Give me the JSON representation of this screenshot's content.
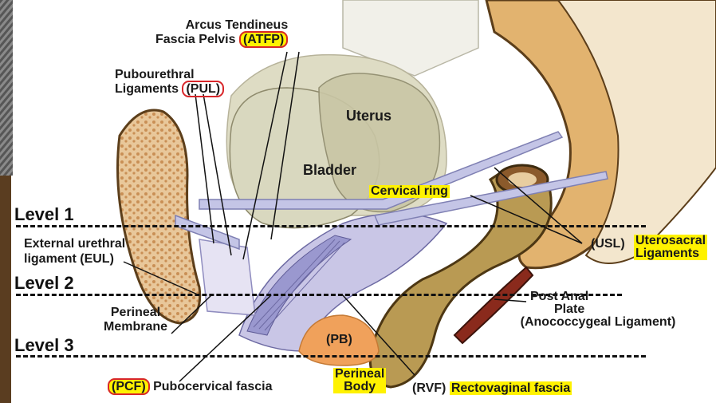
{
  "levels": [
    "Level 1",
    "Level 2",
    "Level 3"
  ],
  "organs": {
    "uterus": "Uterus",
    "bladder": "Bladder",
    "pb": "(PB)"
  },
  "labels": {
    "atfp_line1": "Arcus Tendineus",
    "atfp_line2": "Fascia Pelvis",
    "atfp_abbr": "(ATFP)",
    "pul_line1": "Pubourethral",
    "pul_line2": "Ligaments",
    "pul_abbr": "(PUL)",
    "cervical_ring": "Cervical ring",
    "eul_line1": "External  urethral",
    "eul_line2": "ligament (EUL)",
    "perineal_membrane_line1": "Perineal",
    "perineal_membrane_line2": "Membrane",
    "pcf_abbr": "(PCF)",
    "pcf_text": "Pubocervical fascia",
    "perineal_body_line1": "Perineal",
    "perineal_body_line2": "Body",
    "rvf_abbr": "(RVF)",
    "rvf_text": "Rectovaginal fascia",
    "usl_abbr": "(USL)",
    "usl_line1": "Uterosacral",
    "usl_line2": "Ligaments",
    "anal_line1": "Post Anal",
    "anal_line2": "Plate",
    "anal_line3": "(Anococcygeal Ligament)"
  },
  "colors": {
    "highlight": "#fff200",
    "oval": "#d8262a",
    "rectum": "#b99a53",
    "pubic_bone": "#e8c79a",
    "bladder": "#d9d8bf",
    "uterus": "#c9c6a5",
    "perineal_body": "#f0a15b",
    "vagina_fascia": "#c9c6e6",
    "ligament": "#c4c5e6",
    "sacrum": "#e2b36f",
    "photo_edge": "#5a3d20"
  }
}
